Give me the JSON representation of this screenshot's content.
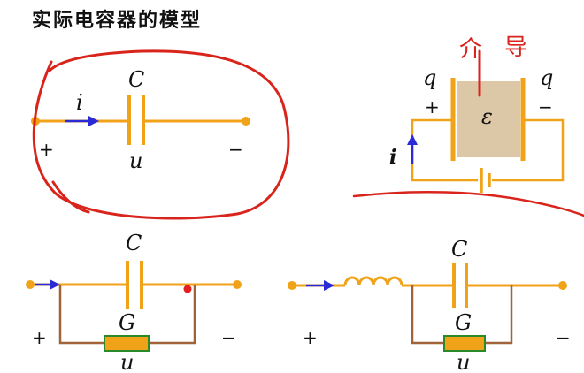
{
  "title": "实际电容器的模型",
  "diagrams": {
    "ideal": {
      "capacitor": "C",
      "current": "i",
      "voltage": "u",
      "plus": "+",
      "minus": "−"
    },
    "physical": {
      "charge_left": "q",
      "charge_right": "q",
      "plus": "+",
      "minus": "−",
      "dielectric": "ε",
      "current": "i"
    },
    "parallel": {
      "capacitor": "C",
      "conductance": "G",
      "voltage": "u",
      "plus": "+",
      "minus": "−"
    },
    "series": {
      "capacitor": "C",
      "conductance": "G",
      "voltage": "u",
      "plus": "+",
      "minus": "−"
    }
  },
  "annotations": {
    "handwriting": [
      "介",
      "导"
    ]
  },
  "colors": {
    "wire": "#f0a218",
    "arrow": "#2a2ad6",
    "annotation": "#d9241c",
    "resistor": "#f0a218",
    "resistor_border": "#2a8a2a",
    "lead": "#a0633a",
    "dielectric": "#dcc7a6"
  }
}
